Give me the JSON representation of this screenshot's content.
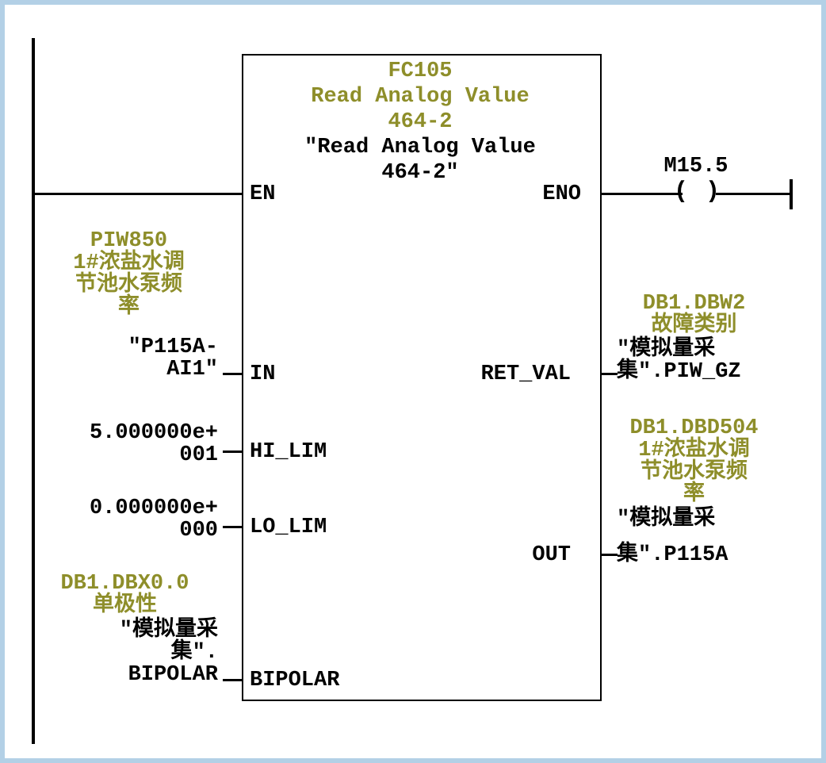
{
  "colors": {
    "address_olive": "#8e8e2a",
    "text_black": "#000000",
    "frame_blue": "#b3d0e6",
    "wire": "#000000"
  },
  "block": {
    "header": {
      "fc": "FC105",
      "title1": "Read Analog Value",
      "title2": "464-2",
      "symbol1": "″Read Analog Value",
      "symbol2": "464-2″"
    },
    "pins": {
      "en": "EN",
      "eno": "ENO",
      "in": "IN",
      "hi_lim": "HI_LIM",
      "lo_lim": "LO_LIM",
      "bipolar": "BIPOLAR",
      "ret_val": "RET_VAL",
      "out": "OUT"
    }
  },
  "coil": {
    "address": "M15.5",
    "symbol": "( )"
  },
  "operands": {
    "in": {
      "address": "PIW850",
      "comment": [
        "1#浓盐水调",
        "节池水泵频",
        "率"
      ],
      "symbol": [
        "″P115A-",
        "AI1″"
      ]
    },
    "hi_lim": {
      "value": [
        "5.000000e+",
        "001"
      ]
    },
    "lo_lim": {
      "value": [
        "0.000000e+",
        "000"
      ]
    },
    "bipolar": {
      "address": "DB1.DBX0.0",
      "comment": "单极性",
      "symbol": [
        "″模拟量采",
        "集″.",
        "BIPOLAR"
      ]
    },
    "ret_val": {
      "address": "DB1.DBW2",
      "comment": "故障类别",
      "symbol": [
        "″模拟量采",
        "集″.PIW_GZ"
      ]
    },
    "out": {
      "address": "DB1.DBD504",
      "comment": [
        "1#浓盐水调",
        "节池水泵频",
        "率"
      ],
      "symbol": [
        "″模拟量采",
        "集″.P115A"
      ]
    }
  }
}
